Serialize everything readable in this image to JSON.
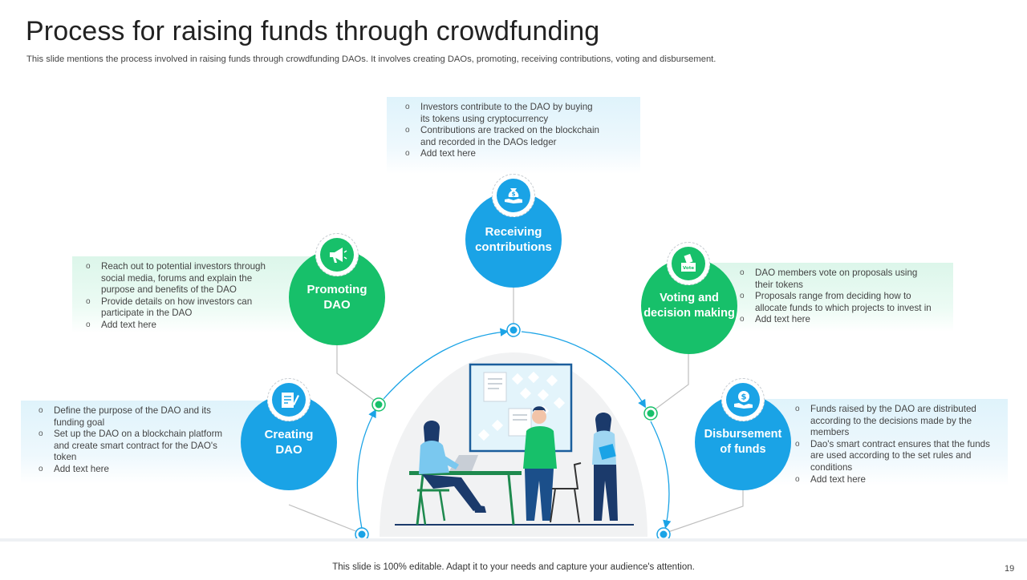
{
  "slide": {
    "title": "Process for raising funds through crowdfunding",
    "subtitle": "This slide mentions the process involved in raising funds through crowdfunding DAOs. It involves creating DAOs, promoting, receiving contributions, voting and disbursement.",
    "footer": "This slide is 100% editable. Adapt it to your needs and capture your audience's attention.",
    "page_number": "19"
  },
  "colors": {
    "blue": "#1aa3e6",
    "green": "#17c06a",
    "connector": "#1aa3e6",
    "leader": "#bfbfbf"
  },
  "steps": {
    "creating": {
      "label_line1": "Creating",
      "label_line2": "DAO",
      "icon": "document-edit-icon",
      "bullets": [
        "Define the purpose of the DAO and its funding goal",
        "Set up the DAO on a blockchain platform and create smart contract for the DAO's token",
        "Add text here"
      ]
    },
    "promoting": {
      "label_line1": "Promoting",
      "label_line2": "DAO",
      "icon": "megaphone-icon",
      "bullets": [
        "Reach out to potential investors through social media, forums and explain the purpose and benefits of the DAO",
        "Provide details on how investors can participate in the DAO",
        "Add text here"
      ]
    },
    "receiving": {
      "label_line1": "Receiving",
      "label_line2": "contributions",
      "icon": "money-bag-hand-icon",
      "bullets": [
        "Investors contribute to the DAO by buying its tokens using cryptocurrency",
        "Contributions are tracked on the blockchain and recorded in the DAOs ledger",
        "Add text here"
      ]
    },
    "voting": {
      "label_line1": "Voting and",
      "label_line2": "decision making",
      "icon": "ballot-box-icon",
      "icon_text": "Vote",
      "bullets": [
        "DAO members vote on proposals using their tokens",
        "Proposals range from deciding how to allocate funds to which projects to invest in",
        "Add text here"
      ]
    },
    "disbursement": {
      "label_line1": "Disbursement",
      "label_line2": "of funds",
      "icon": "dollar-hand-icon",
      "bullets": [
        "Funds raised by the DAO are distributed according to the decisions made by the members",
        "Dao's smart contract ensures that the funds are used according to the set rules and conditions",
        "Add text here"
      ]
    }
  }
}
